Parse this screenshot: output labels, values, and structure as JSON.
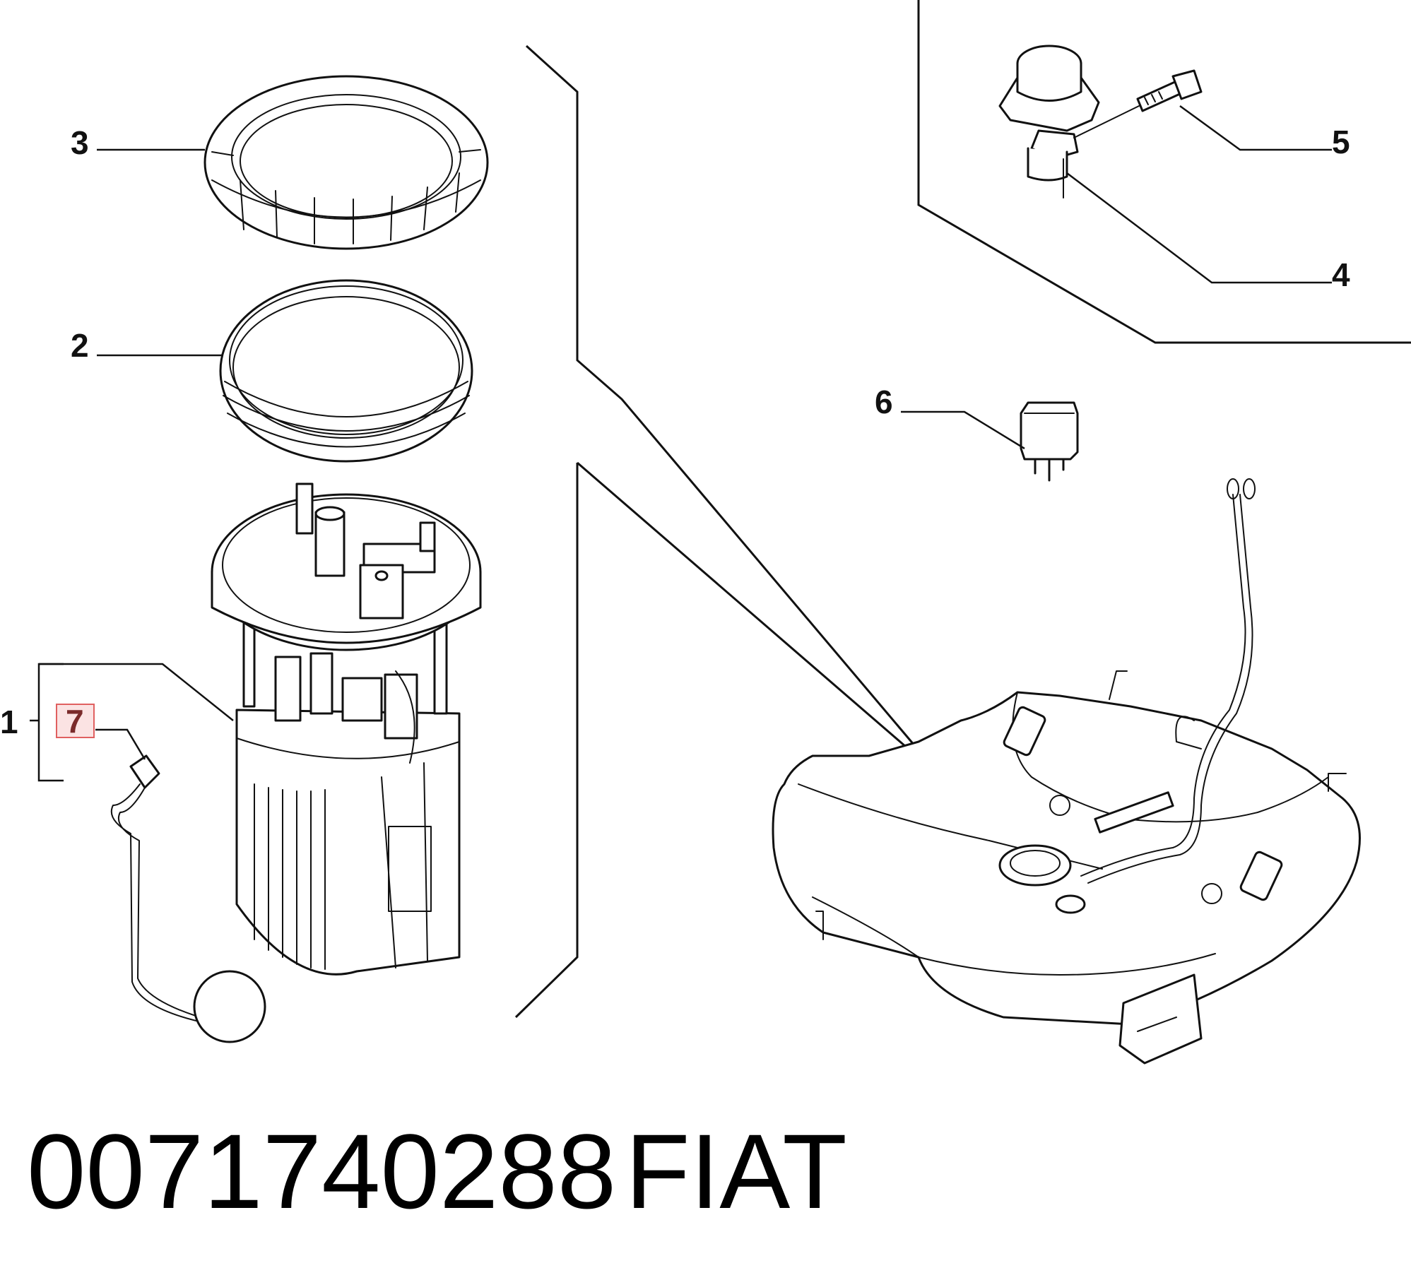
{
  "callouts": {
    "c1": "1",
    "c2": "2",
    "c3": "3",
    "c4": "4",
    "c5": "5",
    "c6": "6",
    "c7": "7"
  },
  "footer": {
    "part_number": "0071740288",
    "brand": "FIAT"
  },
  "colors": {
    "line": "#111111",
    "highlight_border": "#e06060",
    "highlight_fill": "#fbe3e3",
    "highlight_text": "#7a2a2a"
  }
}
